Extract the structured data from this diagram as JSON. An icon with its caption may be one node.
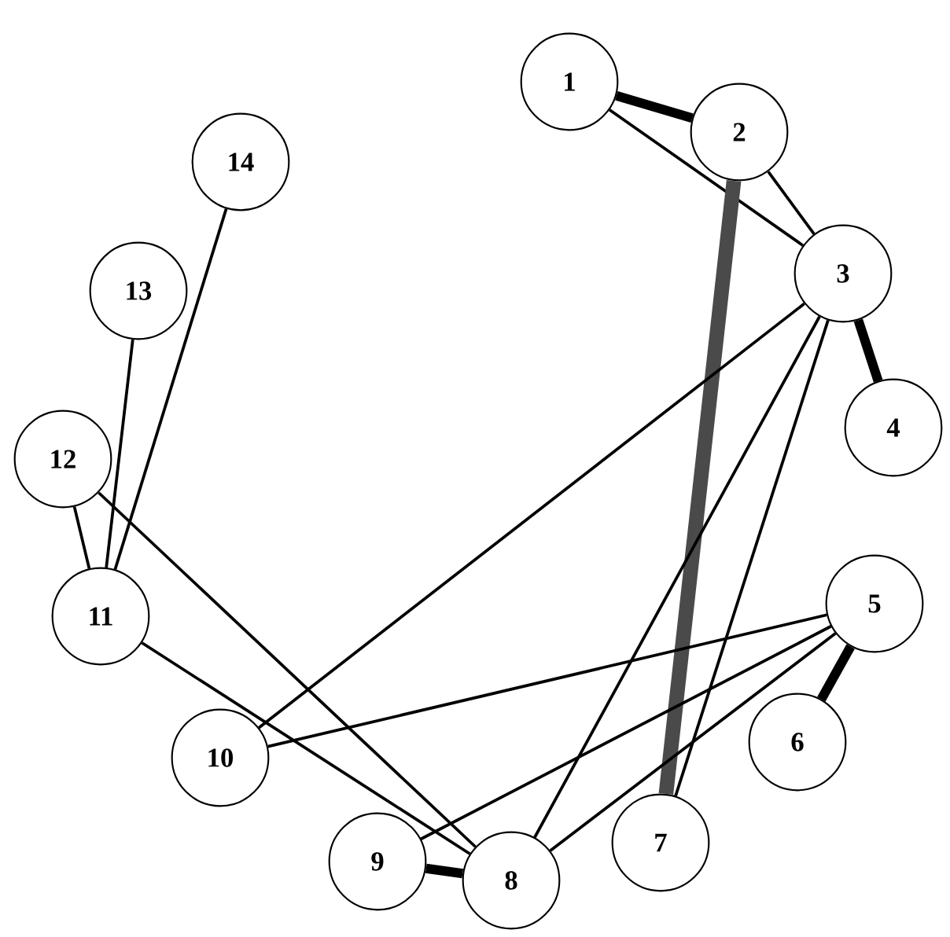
{
  "diagram": {
    "nodes": [
      {
        "text": [
          "1"
        ]
      },
      {
        "text": [
          "2"
        ]
      },
      {
        "text": [
          "3"
        ]
      },
      {
        "text": [
          "4"
        ]
      },
      {
        "text": [
          "5"
        ]
      },
      {
        "text": [
          "6"
        ]
      },
      {
        "text": [
          "7"
        ]
      },
      {
        "text": [
          "8"
        ]
      },
      {
        "text": [
          "9"
        ]
      },
      {
        "text": [
          "10"
        ]
      },
      {
        "text": [
          "11"
        ]
      },
      {
        "text": [
          "12"
        ]
      },
      {
        "text": [
          "13"
        ]
      },
      {
        "text": [
          "14"
        ]
      }
    ],
    "edges": [
      {
        "from": 0,
        "to": 1,
        "arrow": "none",
        "style": "thick"
      },
      {
        "from": 0,
        "to": 2,
        "arrow": "none"
      },
      {
        "from": 1,
        "to": 2,
        "arrow": "none"
      },
      {
        "from": 2,
        "to": 3,
        "arrow": "none",
        "style": "thick"
      },
      {
        "from": 1,
        "to": 6,
        "arrow": "none",
        "style": "thick",
        "color": "#4a4a4a"
      },
      {
        "from": 2,
        "to": 9,
        "arrow": "none"
      },
      {
        "from": 2,
        "to": 7,
        "arrow": "none"
      },
      {
        "from": 2,
        "to": 6,
        "arrow": "none"
      },
      {
        "from": 4,
        "to": 9,
        "arrow": "none"
      },
      {
        "from": 4,
        "to": 8,
        "arrow": "none"
      },
      {
        "from": 4,
        "to": 7,
        "arrow": "none"
      },
      {
        "from": 4,
        "to": 5,
        "arrow": "none",
        "style": "thick"
      },
      {
        "from": 11,
        "to": 10,
        "arrow": "none"
      },
      {
        "from": 11,
        "to": 7,
        "arrow": "none"
      },
      {
        "from": 10,
        "to": 7,
        "arrow": "none"
      },
      {
        "from": 12,
        "to": 10,
        "arrow": "none"
      },
      {
        "from": 13,
        "to": 10,
        "arrow": "none"
      },
      {
        "from": 8,
        "to": 7,
        "arrow": "none",
        "style": "thick"
      }
    ]
  }
}
